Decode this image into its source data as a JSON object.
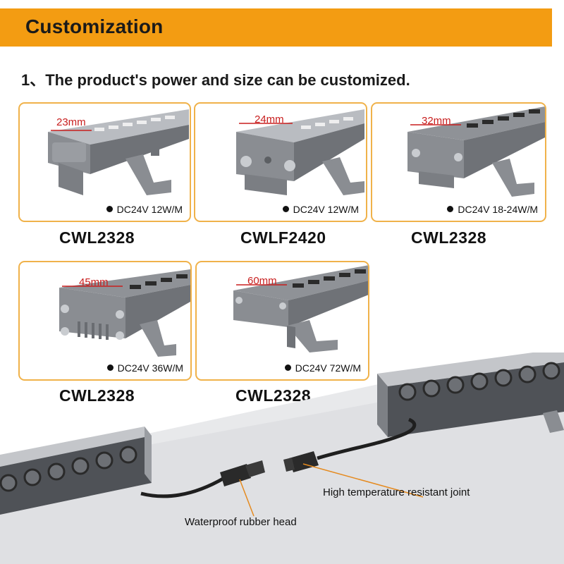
{
  "banner": {
    "title": "Customization"
  },
  "intro": "1、The product's power and size can be customized.",
  "products": [
    {
      "dimension": "23mm",
      "spec": "DC24V  12W/M",
      "model": "CWL2328"
    },
    {
      "dimension": "24mm",
      "spec": "DC24V  12W/M",
      "model": "CWLF2420"
    },
    {
      "dimension": "32mm",
      "spec": "DC24V  18-24W/M",
      "model": "CWL2328"
    },
    {
      "dimension": "45mm",
      "spec": "DC24V  36W/M",
      "model": "CWL2328"
    },
    {
      "dimension": "60mm",
      "spec": "DC24V  72W/M",
      "model": "CWL2328"
    }
  ],
  "callouts": {
    "joint": "High temperature  resistant joint",
    "rubber_head": "Waterproof rubber head"
  },
  "colors": {
    "banner": "#f39c12",
    "card_border": "#f0b24a",
    "dimension_text": "#c81e1e",
    "housing": "#8a8d92"
  }
}
